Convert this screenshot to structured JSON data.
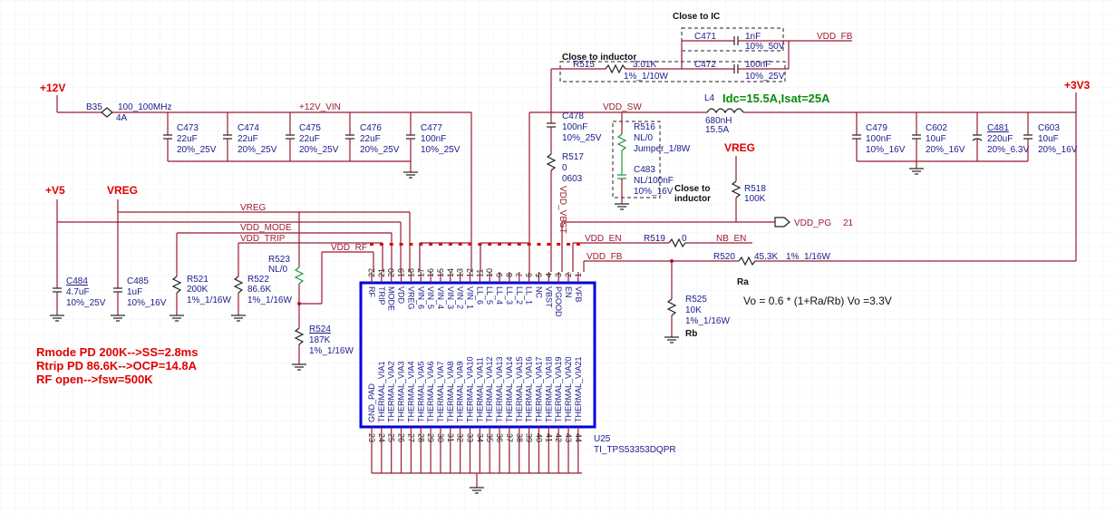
{
  "rails": {
    "p12v": "+12V",
    "p3v3": "+3V3",
    "p5v": "+V5",
    "vreg1": "VREG",
    "vreg2": "VREG"
  },
  "nets": {
    "p12v_vin": "+12V_VIN",
    "vdd_sw": "VDD_SW",
    "vreg": "VREG",
    "vdd_mode": "VDD_MODE",
    "vdd_trip": "VDD_TRIP",
    "vdd_rf": "VDD_RF",
    "vdd_en": "VDD_EN",
    "vdd_fb": "VDD_FB",
    "vdd_fb_top": "VDD_FB",
    "vdd_vbst": "VDD_VBST",
    "vdd_pg": "VDD_PG",
    "vdd_pg_sheet": "21",
    "nb_en": "NB_EN"
  },
  "notes": {
    "close_ic": "Close to IC",
    "close_inductor": "Close to inductor",
    "close_inductor2a": "Close to",
    "close_inductor2b": "inductor",
    "idc": "Idc=15.5A,Isat=25A",
    "vo_eq": "Vo = 0.6 * (1+Ra/Rb)    Vo =3.3V",
    "ra": "Ra",
    "rb": "Rb",
    "rmode": "Rmode PD 200K-->SS=2.8ms",
    "rtrip": "Rtrip PD 86.6K-->OCP=14.8A",
    "rf": "RF open-->fsw=500K"
  },
  "parts": {
    "b35": {
      "ref": "B35",
      "val": "100_100MHz",
      "val2": "4A"
    },
    "c473": {
      "ref": "C473",
      "v1": "22uF",
      "v2": "20%_25V"
    },
    "c474": {
      "ref": "C474",
      "v1": "22uF",
      "v2": "20%_25V"
    },
    "c475": {
      "ref": "C475",
      "v1": "22uF",
      "v2": "20%_25V"
    },
    "c476": {
      "ref": "C476",
      "v1": "22uF",
      "v2": "20%_25V"
    },
    "c477": {
      "ref": "C477",
      "v1": "100nF",
      "v2": "10%_25V"
    },
    "c478": {
      "ref": "C478",
      "v1": "100nF",
      "v2": "10%_25V"
    },
    "r517": {
      "ref": "R517",
      "v1": "0",
      "v2": "0603"
    },
    "r515": {
      "ref": "R515",
      "v1": "3.01K",
      "v2": "1%_1/10W"
    },
    "c471": {
      "ref": "C471",
      "v1": "1nF",
      "v2": "10%_50V"
    },
    "c472": {
      "ref": "C472",
      "v1": "100nF",
      "v2": "10%_25V"
    },
    "l4": {
      "ref": "L4",
      "v1": "680nH",
      "v2": "15.5A"
    },
    "r516": {
      "ref": "R516",
      "v1": "NL/0",
      "v2": "Jumper_1/8W"
    },
    "c483": {
      "ref": "C483",
      "v1": "NL/100nF",
      "v2": "10%_16V"
    },
    "r518": {
      "ref": "R518",
      "v1": "100K"
    },
    "c479": {
      "ref": "C479",
      "v1": "100nF",
      "v2": "10%_16V"
    },
    "c602": {
      "ref": "C602",
      "v1": "10uF",
      "v2": "20%_16V"
    },
    "c481": {
      "ref": "C481",
      "v1": "220uF",
      "v2": "20%_6.3V"
    },
    "c603": {
      "ref": "C603",
      "v1": "10uF",
      "v2": "20%_16V"
    },
    "c484": {
      "ref": "C484",
      "v1": "4.7uF",
      "v2": "10%_25V"
    },
    "c485": {
      "ref": "C485",
      "v1": "1uF",
      "v2": "10%_16V"
    },
    "r521": {
      "ref": "R521",
      "v1": "200K",
      "v2": "1%_1/16W"
    },
    "r522": {
      "ref": "R522",
      "v1": "86.6K",
      "v2": "1%_1/16W"
    },
    "r523": {
      "ref": "R523",
      "v1": "NL/0"
    },
    "r524": {
      "ref": "R524",
      "v1": "187K",
      "v2": "1%_1/16W"
    },
    "r519": {
      "ref": "R519",
      "v1": "0"
    },
    "r520": {
      "ref": "R520",
      "v1": "45.3K",
      "v2": "1%_1/16W"
    },
    "r525": {
      "ref": "R525",
      "v1": "10K",
      "v2": "1%_1/16W"
    }
  },
  "ic": {
    "ref": "U25",
    "part": "TI_TPS53353DQPR",
    "top_pins": [
      {
        "num": "22",
        "name": "RF"
      },
      {
        "num": "21",
        "name": "TRIP"
      },
      {
        "num": "20",
        "name": "MODE"
      },
      {
        "num": "19",
        "name": "VDD"
      },
      {
        "num": "18",
        "name": "VREG"
      },
      {
        "num": "17",
        "name": "VIN_6"
      },
      {
        "num": "16",
        "name": "VIN_5"
      },
      {
        "num": "15",
        "name": "VIN_4"
      },
      {
        "num": "14",
        "name": "VIN_3"
      },
      {
        "num": "13",
        "name": "VIN_2"
      },
      {
        "num": "12",
        "name": "VIN_1"
      },
      {
        "num": "11",
        "name": "LL_6"
      },
      {
        "num": "10",
        "name": "LL_5"
      },
      {
        "num": "9",
        "name": "LL_4"
      },
      {
        "num": "8",
        "name": "LL_3"
      },
      {
        "num": "7",
        "name": "LL_2"
      },
      {
        "num": "6",
        "name": "LL_1"
      },
      {
        "num": "5",
        "name": "NC"
      },
      {
        "num": "4",
        "name": "VBST"
      },
      {
        "num": "3",
        "name": "PGOOD"
      },
      {
        "num": "2",
        "name": "EN"
      },
      {
        "num": "1",
        "name": "VFB"
      }
    ],
    "bottom_pins": [
      {
        "num": "23",
        "name": "GND_PAD"
      },
      {
        "num": "24",
        "name": "THERMAL_VIA1"
      },
      {
        "num": "25",
        "name": "THERMAL_VIA2"
      },
      {
        "num": "26",
        "name": "THERMAL_VIA3"
      },
      {
        "num": "27",
        "name": "THERMAL_VIA4"
      },
      {
        "num": "28",
        "name": "THERMAL_VIA5"
      },
      {
        "num": "29",
        "name": "THERMAL_VIA6"
      },
      {
        "num": "30",
        "name": "THERMAL_VIA7"
      },
      {
        "num": "31",
        "name": "THERMAL_VIA8"
      },
      {
        "num": "32",
        "name": "THERMAL_VIA9"
      },
      {
        "num": "33",
        "name": "THERMAL_VIA10"
      },
      {
        "num": "34",
        "name": "THERMAL_VIA11"
      },
      {
        "num": "35",
        "name": "THERMAL_VIA12"
      },
      {
        "num": "36",
        "name": "THERMAL_VIA13"
      },
      {
        "num": "37",
        "name": "THERMAL_VIA14"
      },
      {
        "num": "38",
        "name": "THERMAL_VIA15"
      },
      {
        "num": "39",
        "name": "THERMAL_VIA16"
      },
      {
        "num": "40",
        "name": "THERMAL_VIA17"
      },
      {
        "num": "41",
        "name": "THERMAL_VIA18"
      },
      {
        "num": "42",
        "name": "THERMAL_VIA19"
      },
      {
        "num": "43",
        "name": "THERMAL_VIA20"
      },
      {
        "num": "44",
        "name": "THERMAL_VIA21"
      }
    ]
  }
}
